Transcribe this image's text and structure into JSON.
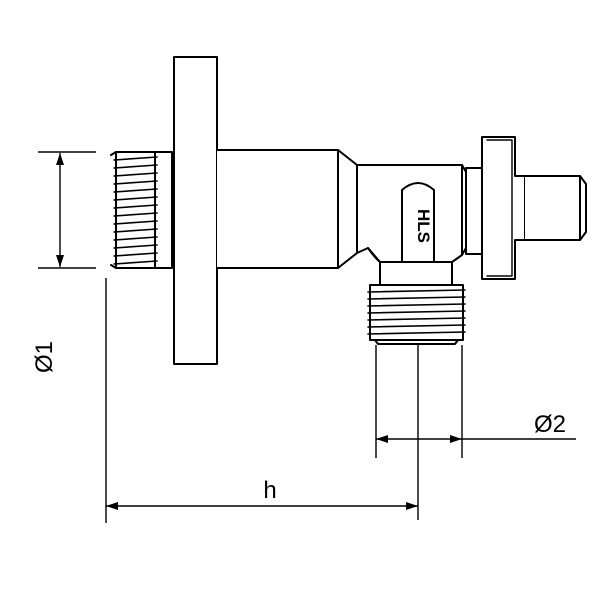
{
  "labels": {
    "d1": "Ø1",
    "d2": "Ø2",
    "h": "h"
  },
  "logo": {
    "text": "HLS"
  },
  "colors": {
    "line": "#000000",
    "background": "#ffffff"
  }
}
